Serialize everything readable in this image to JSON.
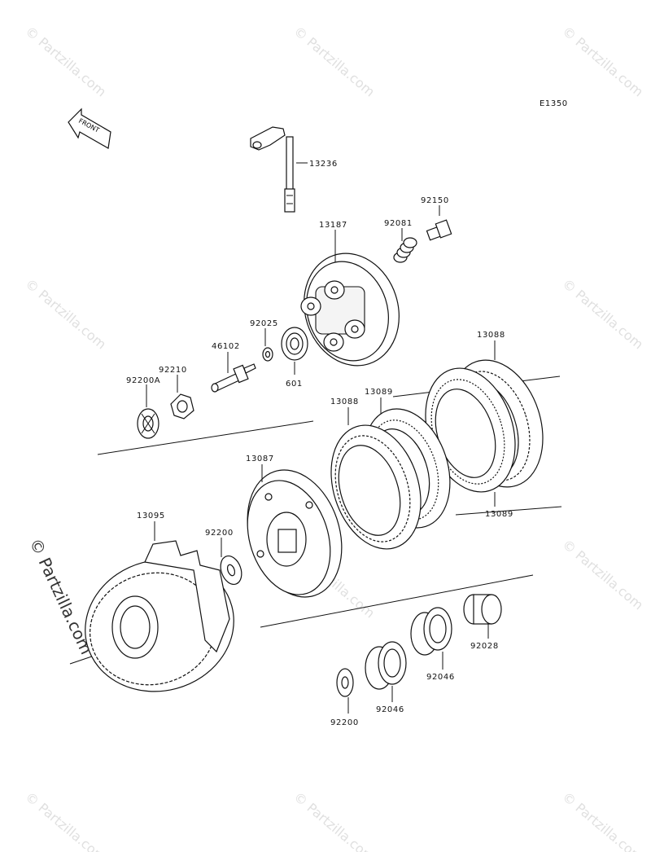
{
  "diagram_code": "E1350",
  "front_label": "FRONT",
  "watermark_text": "© Partzilla.com",
  "parts": {
    "p13236": "13236",
    "p92150": "92150",
    "p92081": "92081",
    "p13187": "13187",
    "p92025": "92025",
    "p46102": "46102",
    "p601": "601",
    "p92210": "92210",
    "p92200A": "92200A",
    "p13088_top": "13088",
    "p13088_mid": "13088",
    "p13089_mid": "13089",
    "p13089_low": "13089",
    "p13087": "13087",
    "p13095": "13095",
    "p92200_mid": "92200",
    "p92028": "92028",
    "p92046_right": "92046",
    "p92046_left": "92046",
    "p92200_low": "92200"
  }
}
